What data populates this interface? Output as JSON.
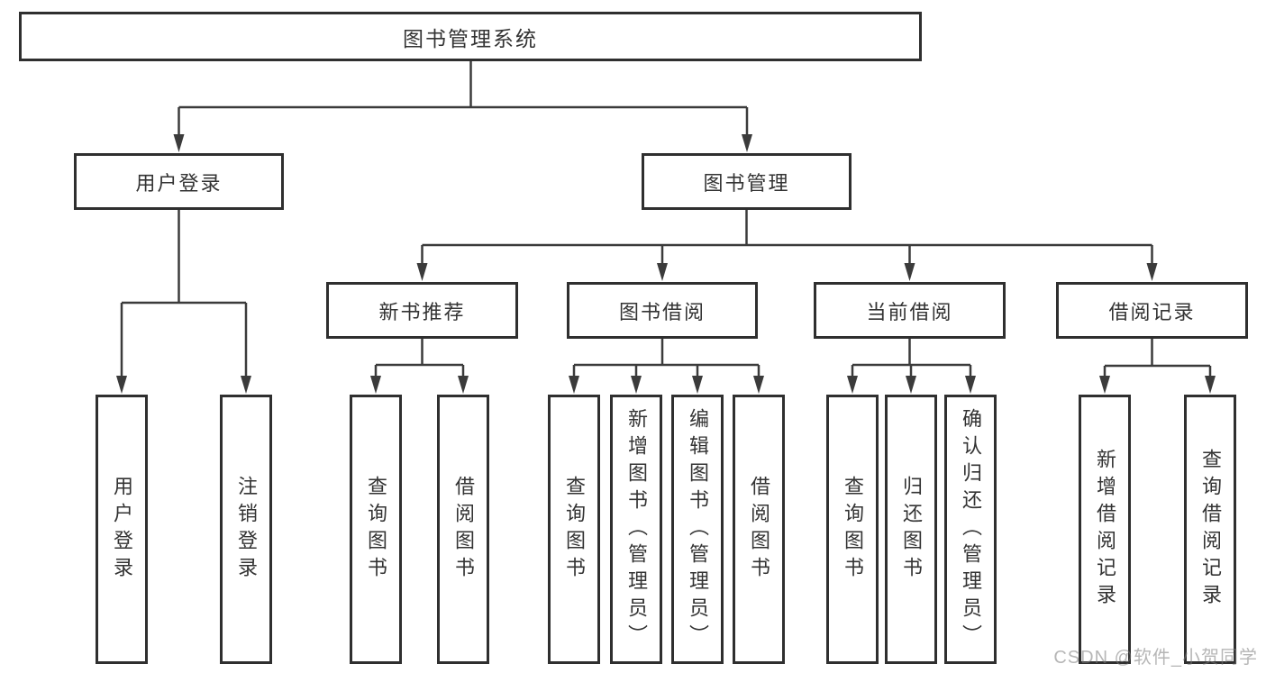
{
  "diagram": {
    "root": {
      "id": "library-management-system",
      "label": "图书管理系统"
    },
    "level2": [
      {
        "id": "user-login-module",
        "label": "用户登录"
      },
      {
        "id": "book-management-module",
        "label": "图书管理"
      }
    ],
    "level3": [
      {
        "id": "new-book-recommend",
        "parent": "图书管理",
        "label": "新书推荐"
      },
      {
        "id": "book-borrowing",
        "parent": "图书管理",
        "label": "图书借阅"
      },
      {
        "id": "current-borrowing",
        "parent": "图书管理",
        "label": "当前借阅"
      },
      {
        "id": "borrowing-records",
        "parent": "图书管理",
        "label": "借阅记录"
      }
    ],
    "leaves": [
      {
        "id": "user-login",
        "parent": "用户登录",
        "label": "用户登录"
      },
      {
        "id": "logout",
        "parent": "用户登录",
        "label": "注销登录"
      },
      {
        "id": "query-books-recommend",
        "parent": "新书推荐",
        "label": "查询图书"
      },
      {
        "id": "borrow-books-recommend",
        "parent": "新书推荐",
        "label": "借阅图书"
      },
      {
        "id": "query-books-borrowing",
        "parent": "图书借阅",
        "label": "查询图书"
      },
      {
        "id": "add-book-admin",
        "parent": "图书借阅",
        "label": "新增图书（管理员）"
      },
      {
        "id": "edit-book-admin",
        "parent": "图书借阅",
        "label": "编辑图书（管理员）"
      },
      {
        "id": "borrow-books-borrowing",
        "parent": "图书借阅",
        "label": "借阅图书"
      },
      {
        "id": "query-books-current",
        "parent": "当前借阅",
        "label": "查询图书"
      },
      {
        "id": "return-books",
        "parent": "当前借阅",
        "label": "归还图书"
      },
      {
        "id": "confirm-return-admin",
        "parent": "当前借阅",
        "label": "确认归还（管理员）"
      },
      {
        "id": "add-borrow-record",
        "parent": "借阅记录",
        "label": "新增借阅记录"
      },
      {
        "id": "query-borrow-record",
        "parent": "借阅记录",
        "label": "查询借阅记录"
      }
    ]
  },
  "watermark": {
    "text": "CSDN @软件_小贺同学"
  },
  "colors": {
    "border": "#2f2f2f",
    "line": "#3b3b3b",
    "text": "#333333",
    "background": "#ffffff",
    "watermark": "#7a7a7a"
  }
}
